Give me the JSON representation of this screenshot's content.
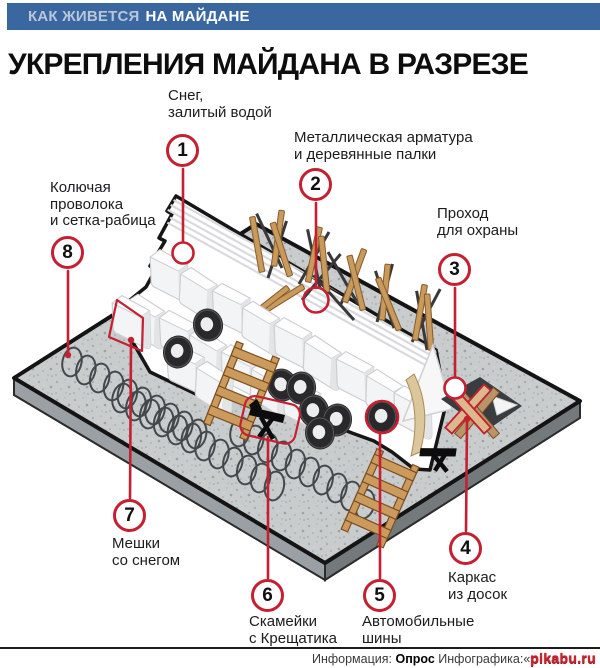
{
  "header": {
    "kicker_light": "КАК ЖИВЕТСЯ",
    "kicker_bold": "НА МАЙДАНЕ"
  },
  "title": "УКРЕПЛЕНИЯ МАЙДАНА В РАЗРЕЗЕ",
  "callouts": [
    {
      "number": "1",
      "label": "Снег,\nзалитый водой"
    },
    {
      "number": "2",
      "label": "Металлическая арматура\nи деревянные палки"
    },
    {
      "number": "3",
      "label": "Проход\nдля охраны"
    },
    {
      "number": "4",
      "label": "Каркас\nиз досок"
    },
    {
      "number": "5",
      "label": "Автомобильные\nшины"
    },
    {
      "number": "6",
      "label": "Скамейки\nс Крещатика"
    },
    {
      "number": "7",
      "label": "Мешки\nсо снегом"
    },
    {
      "number": "8",
      "label": "Колючая\nпроволока\nи сетка-рабица"
    }
  ],
  "footer": {
    "info_label": "Информация:",
    "info_value": "Опрос",
    "credit_label": "Инфографика:",
    "quote": "«",
    "watermark": "pikabu.ru"
  },
  "colors": {
    "accent": "#c42032",
    "header_bar": "#3a67a0",
    "kicker_light": "#b9c6da",
    "platform_gray": "#cacdce",
    "wood_tan": "#cb9b5e"
  }
}
